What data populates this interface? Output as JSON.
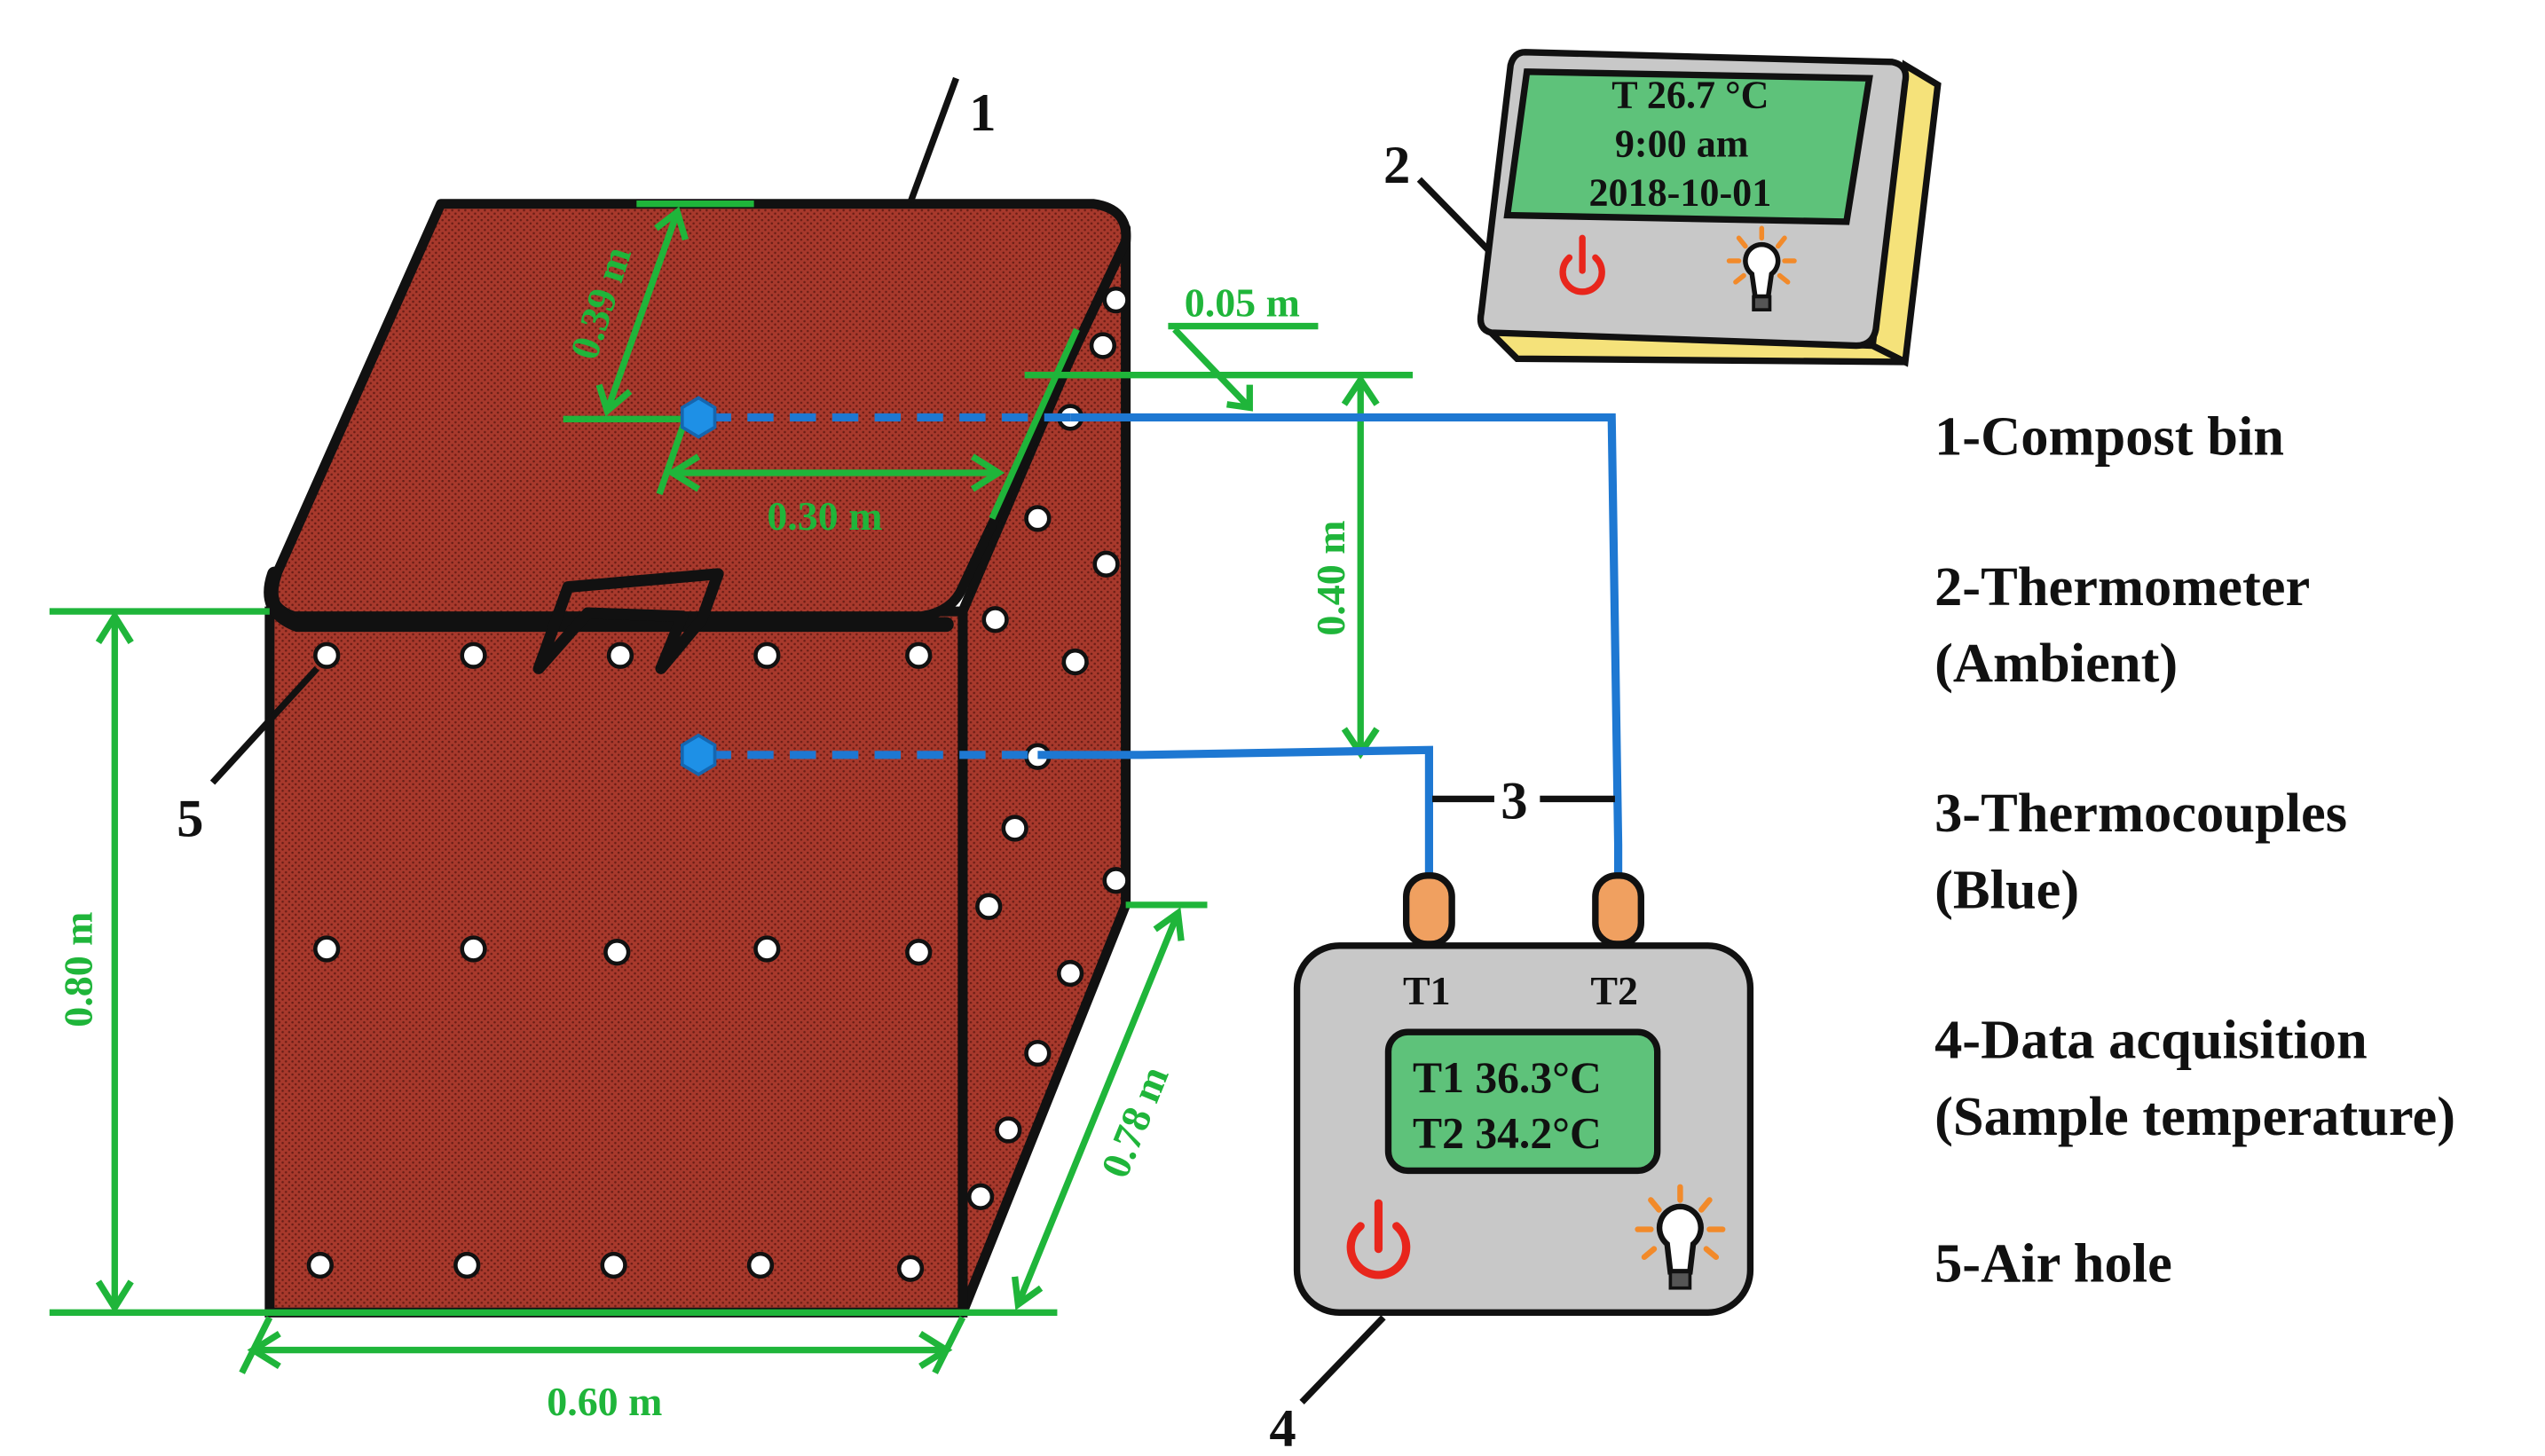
{
  "labels": {
    "n1": "1",
    "n2": "2",
    "n3": "3",
    "n4": "4",
    "n5": "5"
  },
  "dimensions": {
    "lid_depth": "0.39 m",
    "lid_width": "0.30 m",
    "wall_offset": "0.05 m",
    "probe_spacing": "0.40 m",
    "height": "0.80 m",
    "width": "0.60 m",
    "depth": "0.78 m"
  },
  "thermometer": {
    "temp": "T  26.7 °C",
    "time": "9:00 am",
    "date": "2018-10-01"
  },
  "daq": {
    "port1": "T1",
    "port2": "T2",
    "row1": "T1   36.3°C",
    "row2": "T2   34.2°C"
  },
  "legend": {
    "item1": "1-Compost bin",
    "item2a": "2-Thermometer",
    "item2b": "(Ambient)",
    "item3a": "3-Thermocouples",
    "item3b": "(Blue)",
    "item4a": "4-Data acquisition",
    "item4b": "(Sample temperature)",
    "item5": "5-Air hole"
  },
  "colors": {
    "bin": "#a8392c",
    "dimension": "#1fb53a",
    "thermocouple": "#1e78d2",
    "device": "#c8c8c8",
    "lcd": "#5ec27a",
    "power": "#e8261c",
    "bulb_rays": "#f28a2a",
    "connector": "#f0a060",
    "thermometer_side": "#f5e27a"
  }
}
